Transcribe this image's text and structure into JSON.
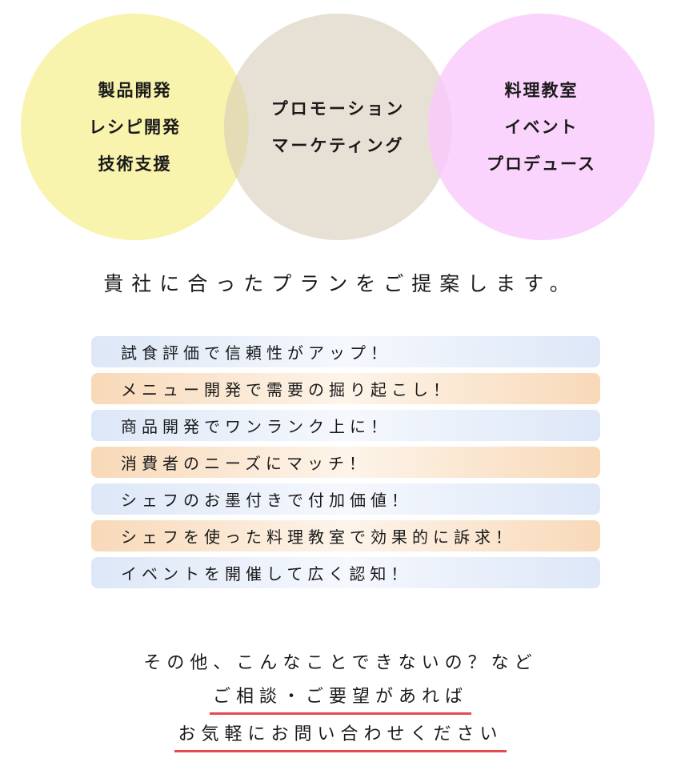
{
  "circles": [
    {
      "lines": [
        "製品開発",
        "レシピ開発",
        "技術支援"
      ],
      "color": "#f6ef96"
    },
    {
      "lines": [
        "プロモーション",
        "マーケティング"
      ],
      "color": "#d8cdba"
    },
    {
      "lines": [
        "料理教室",
        "イベント",
        "プロデュース"
      ],
      "color": "#fac8fc"
    }
  ],
  "headline": "貴社に合ったプランをご提案します。",
  "benefits": [
    {
      "text": "試食評価で信頼性がアップ！",
      "color": "#dde7f7"
    },
    {
      "text": "メニュー開発で需要の掘り起こし！",
      "color": "#f8d9b8"
    },
    {
      "text": "商品開発でワンランク上に！",
      "color": "#dde7f7"
    },
    {
      "text": "消費者のニーズにマッチ！",
      "color": "#f8d9b8"
    },
    {
      "text": "シェフのお墨付きで付加価値！",
      "color": "#dde7f7"
    },
    {
      "text": "シェフを使った料理教室で効果的に訴求！",
      "color": "#f8d9b8"
    },
    {
      "text": "イベントを開催して広く認知！",
      "color": "#dde7f7"
    }
  ],
  "closing": {
    "line1": "その他、こんなことできないの？など",
    "line2": "ご相談・ご要望があれば",
    "line3": "お気軽にお問い合わせください",
    "underline_color": "#e64a4a"
  }
}
